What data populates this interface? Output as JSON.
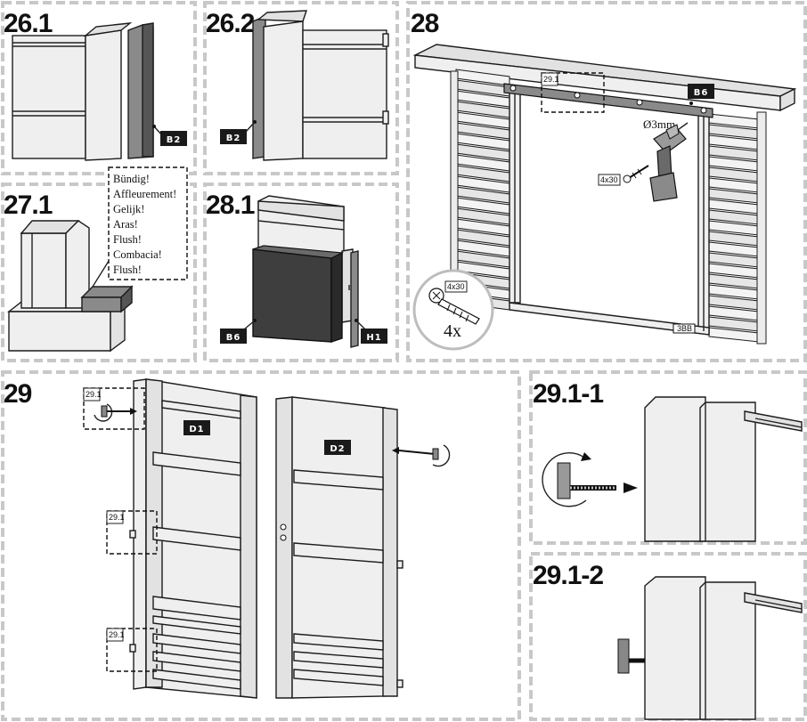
{
  "steps": {
    "s26_1": "26.1",
    "s26_2": "26.2",
    "s27_1": "27.1",
    "s28_1": "28.1",
    "s28": "28",
    "s29": "29",
    "s29_1_1": "29.1-1",
    "s29_1_2": "29.1-2"
  },
  "parts": {
    "b2": "B2",
    "b6": "B6",
    "h1": "H1",
    "d1": "D1",
    "d2": "D2"
  },
  "flush_note": [
    "Bündig!",
    "Affleurement!",
    "Gelijk!",
    "Aras!",
    "Flush!",
    "Combacia!",
    "Flush!"
  ],
  "refs": {
    "r29_1": "29.1"
  },
  "hardware": {
    "drill_size": "Ø3mm",
    "screw_size": "4x30",
    "quantity": "4x",
    "stamp": "3BB"
  },
  "colors": {
    "panel_border": "#c8c8c8",
    "tag_fill": "#1a1a1a",
    "dark_board": "#555555",
    "grey_board": "#8a8a8a"
  }
}
